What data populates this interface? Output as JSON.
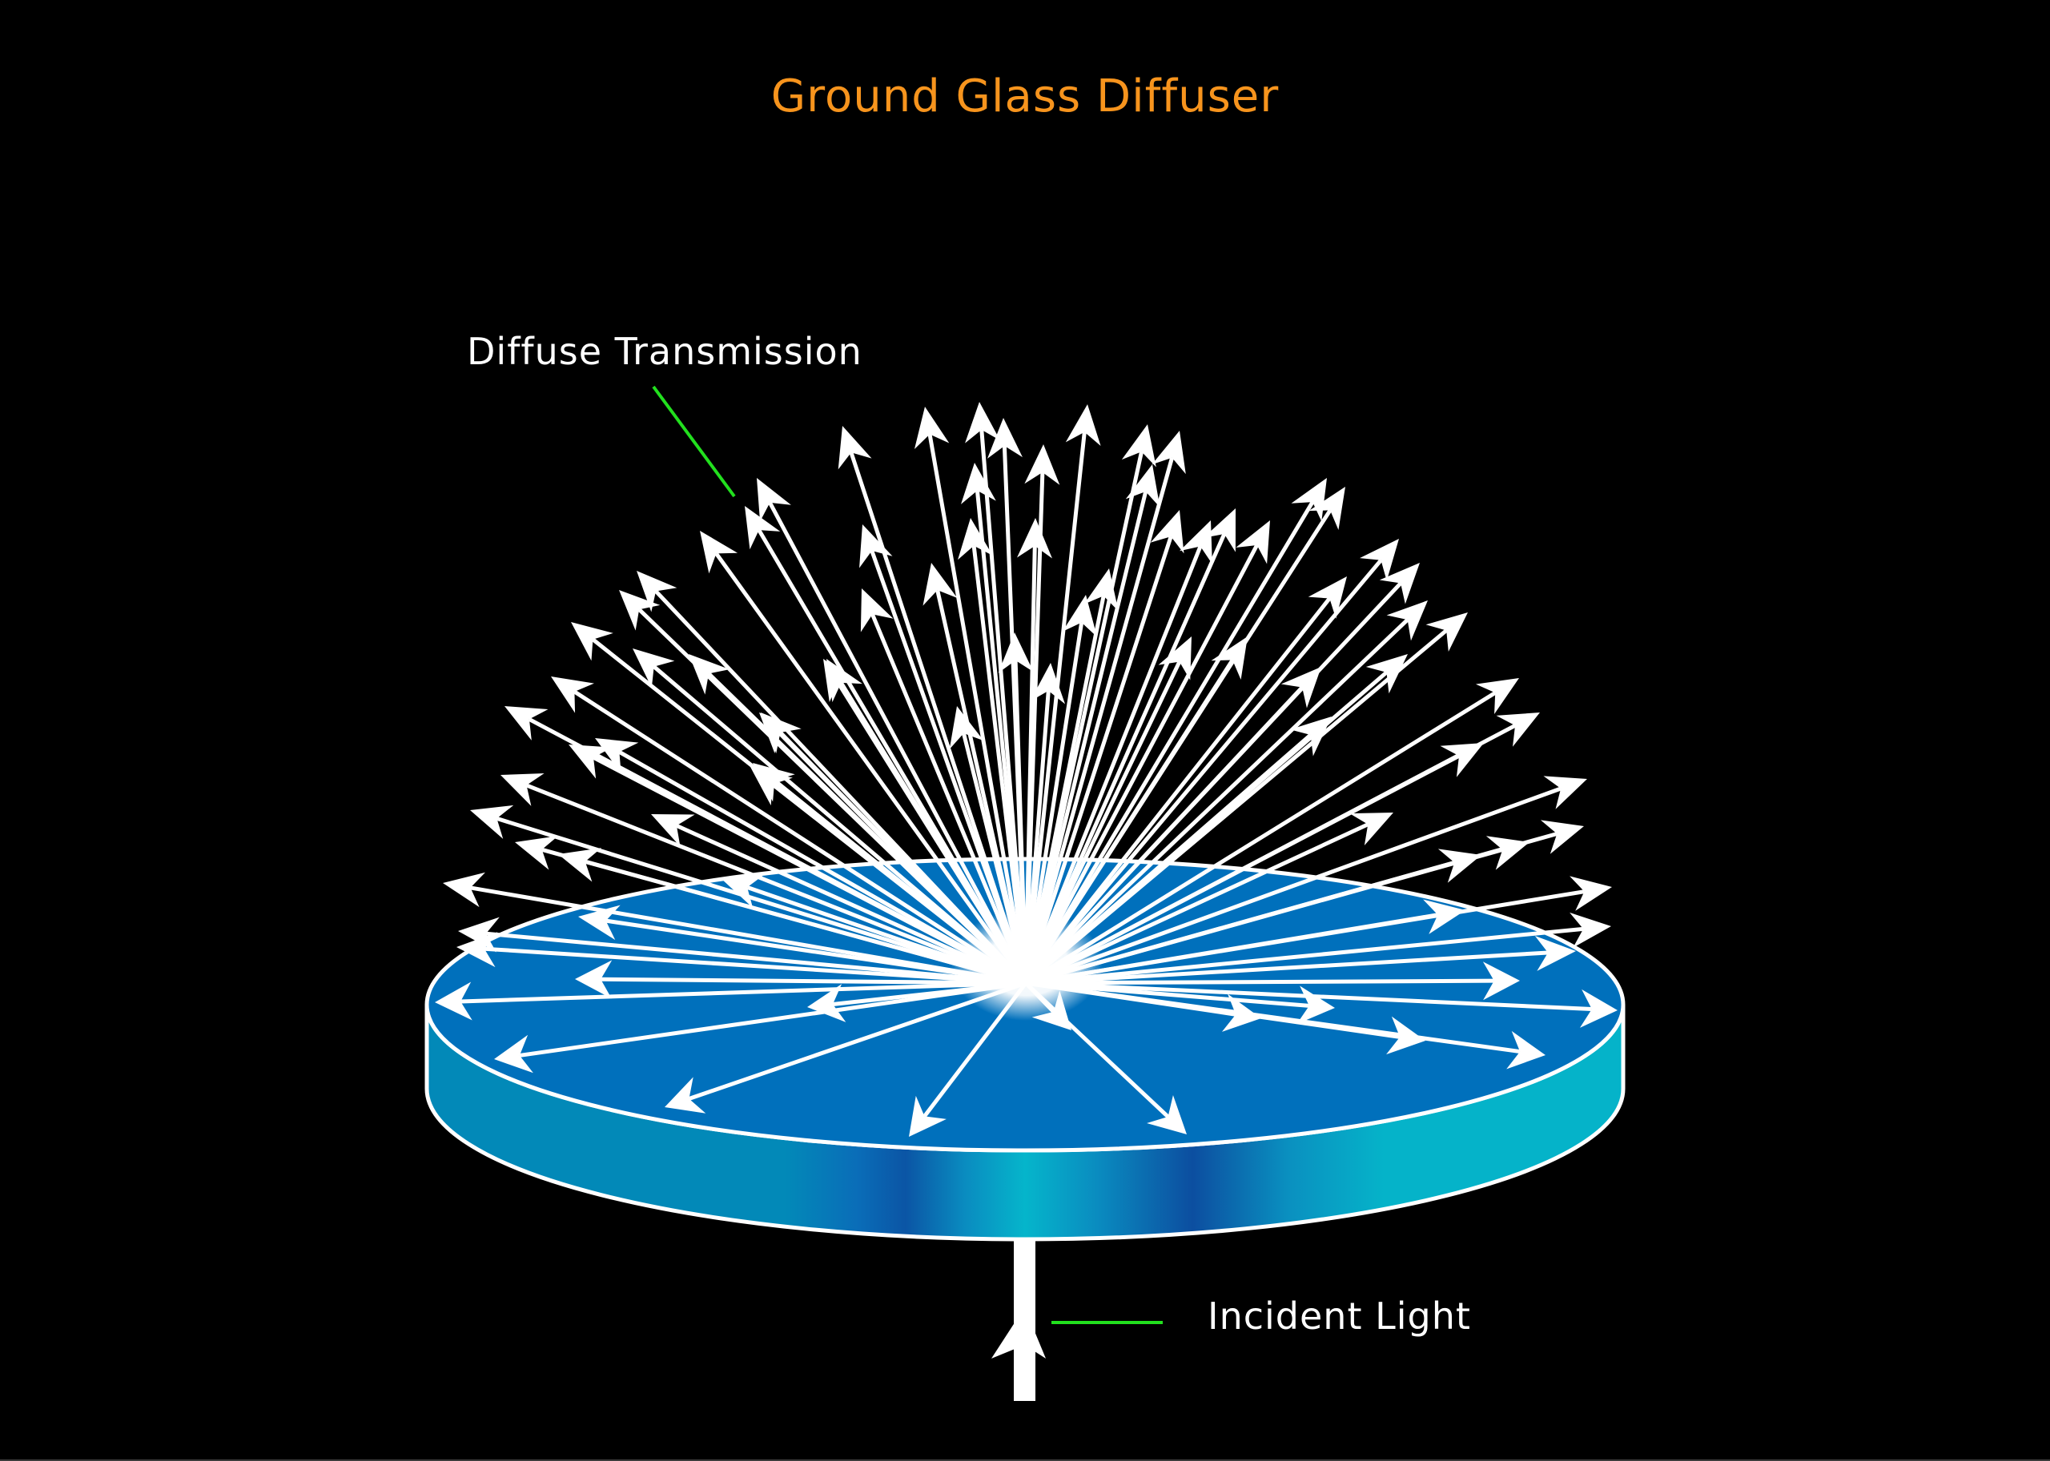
{
  "diagram": {
    "title": "Ground Glass Diffuser",
    "labels": {
      "diffuse_transmission": "Diffuse Transmission",
      "incident_light": "Incident Light"
    },
    "components": {
      "diffuser": "ground-glass-disc",
      "incident_arrow": "arrow-up",
      "scattered_rays": "arrow-fan"
    },
    "colors": {
      "background": "#000000",
      "title": "#f7941d",
      "label_text": "#ffffff",
      "leader_line": "#22e01e",
      "arrow": "#ffffff",
      "disc_top": "#0070bc",
      "disc_side_base": "#0289b8",
      "disc_side_dark": "#0c4ea0",
      "disc_side_cyan": "#05b3c9",
      "disc_outline": "#ffffff"
    }
  }
}
